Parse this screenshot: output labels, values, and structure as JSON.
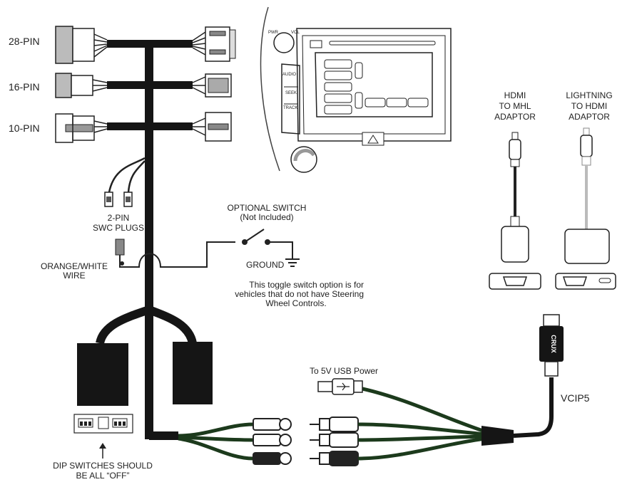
{
  "connectors": {
    "pin28": "28-PIN",
    "pin16": "16-PIN",
    "pin10": "10-PIN"
  },
  "swc": {
    "line1": "2-PIN",
    "line2": "SWC PLUGS"
  },
  "orange_wire": {
    "line1": "ORANGE/WHITE",
    "line2": "WIRE"
  },
  "switch": {
    "line1": "OPTIONAL SWITCH",
    "line2": "(Not Included)",
    "ground": "GROUND"
  },
  "note": {
    "line1": "This toggle switch option is for",
    "line2": "vehicles that do not have Steering",
    "line3": "Wheel Controls."
  },
  "dip": {
    "line1": "DIP SWITCHES SHOULD",
    "line2": "BE ALL “OFF”"
  },
  "usb": "To 5V USB Power",
  "product": "VCIP5",
  "hdmi_plug_brand": "CRUX",
  "radio": {
    "pwr": "PWR",
    "vol": "VOL",
    "audio": "AUDIO",
    "seek": "SEEK",
    "track": "TRACK"
  },
  "adaptors": {
    "mhl": {
      "line1": "HDMI",
      "line2": "TO MHL",
      "line3": "ADAPTOR"
    },
    "lightning": {
      "line1": "LIGHTNING",
      "line2": "TO HDMI",
      "line3": "ADAPTOR"
    }
  }
}
